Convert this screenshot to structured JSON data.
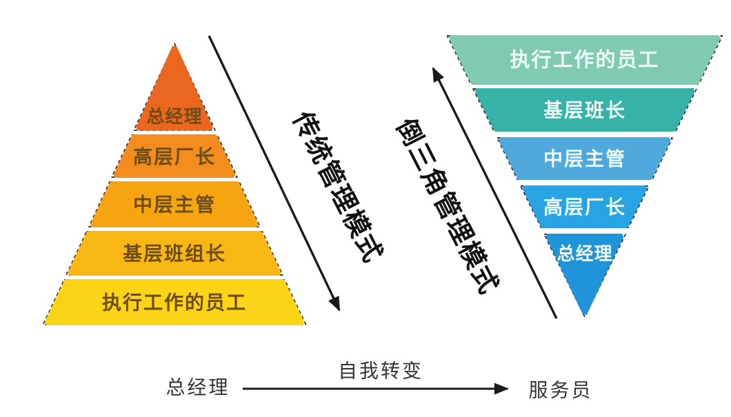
{
  "colors": {
    "background": "#ffffff",
    "outline": "#232b38",
    "arrow": "#1a1a1a",
    "title": "#101010"
  },
  "left_model": {
    "title": "传统管理模式",
    "text_color": "#6e4d14",
    "levels": [
      {
        "label": "总经理",
        "color": "#ea671f"
      },
      {
        "label": "高层厂长",
        "color": "#f28d1d"
      },
      {
        "label": "中层主管",
        "color": "#f6a511"
      },
      {
        "label": "基层班组长",
        "color": "#f8b713"
      },
      {
        "label": "执行工作的员工",
        "color": "#fbd317"
      }
    ]
  },
  "right_model": {
    "title": "倒三角管理模式",
    "text_color": "#eefaf6",
    "levels": [
      {
        "label": "执行工作的员工",
        "color": "#80cab3"
      },
      {
        "label": "基层班长",
        "color": "#36b2a8"
      },
      {
        "label": "中层主管",
        "color": "#50a9dc"
      },
      {
        "label": "高层厂长",
        "color": "#28a3e3"
      },
      {
        "label": "总经理",
        "color": "#2094d9"
      }
    ]
  },
  "bottom_flow": {
    "from": "总经理",
    "label": "自我转变",
    "to": "服务员"
  }
}
